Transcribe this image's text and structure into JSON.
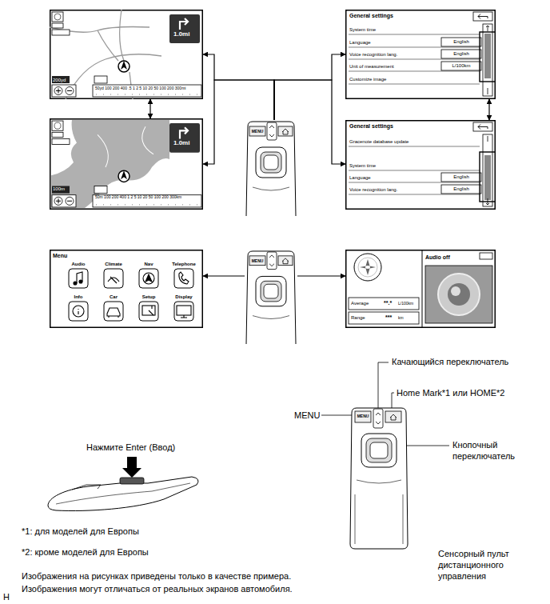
{
  "diagram": {
    "nodes": [
      {
        "text": [
          "1.0mi",
          "200yd",
          "50yd 100 200 400 .5 1 2 5 10 20 50 100 200 300mi"
        ]
      },
      {
        "text": [
          "1.0mi",
          "100m",
          "50m 100 200 400 1 2 5 10 20 50 100 200 300km"
        ]
      },
      {
        "text": [
          "General settings",
          "System time",
          "Language",
          "English",
          "Voice recognition lang.",
          "English",
          "Unit of measurement",
          "L/100km",
          "Customize image"
        ]
      },
      {
        "text": [
          "General settings",
          "Gracenote database update",
          "System time",
          "Language",
          "English",
          "Voice recognition lang.",
          "English"
        ]
      },
      {
        "text": [
          "MENU"
        ]
      },
      {
        "text": [
          "Menu",
          "Audio",
          "Climate",
          "Nav",
          "Telephone",
          "Info",
          "Car",
          "Setup",
          "Display"
        ]
      },
      {
        "text": [
          "Audio off",
          "Average",
          "**.*",
          "L/100km",
          "Range",
          "***",
          "km"
        ]
      },
      {
        "text": [
          "MENU"
        ]
      },
      {
        "text": [
          "MENU"
        ]
      }
    ],
    "edges": [
      {
        "from": 4,
        "to": 0,
        "arrow": "to"
      },
      {
        "from": 4,
        "to": 1,
        "arrow": "to"
      },
      {
        "from": 4,
        "to": 2,
        "arrow": "to"
      },
      {
        "from": 4,
        "to": 3,
        "arrow": "to"
      },
      {
        "from": 0,
        "to": 1,
        "arrow": "both"
      },
      {
        "from": 2,
        "to": 3,
        "arrow": "both"
      },
      {
        "from": 7,
        "to": 5,
        "arrow": "to"
      },
      {
        "from": 7,
        "to": 6,
        "arrow": "to"
      }
    ],
    "labels": [
      "Качающийся переключатель",
      "Home Mark*1 или HOME*2",
      "MENU",
      "Кнопочный переключатель",
      "Нажмите Enter (Ввод)",
      "*1: для моделей для Европы",
      "*2: кроме моделей для Европы",
      "Сенсорный пульт дистанционного управления",
      "Изображения на рисунках приведены только в качестве примера.",
      "Изображения могут отличаться от реальных экранов автомобиля.",
      "H"
    ]
  }
}
